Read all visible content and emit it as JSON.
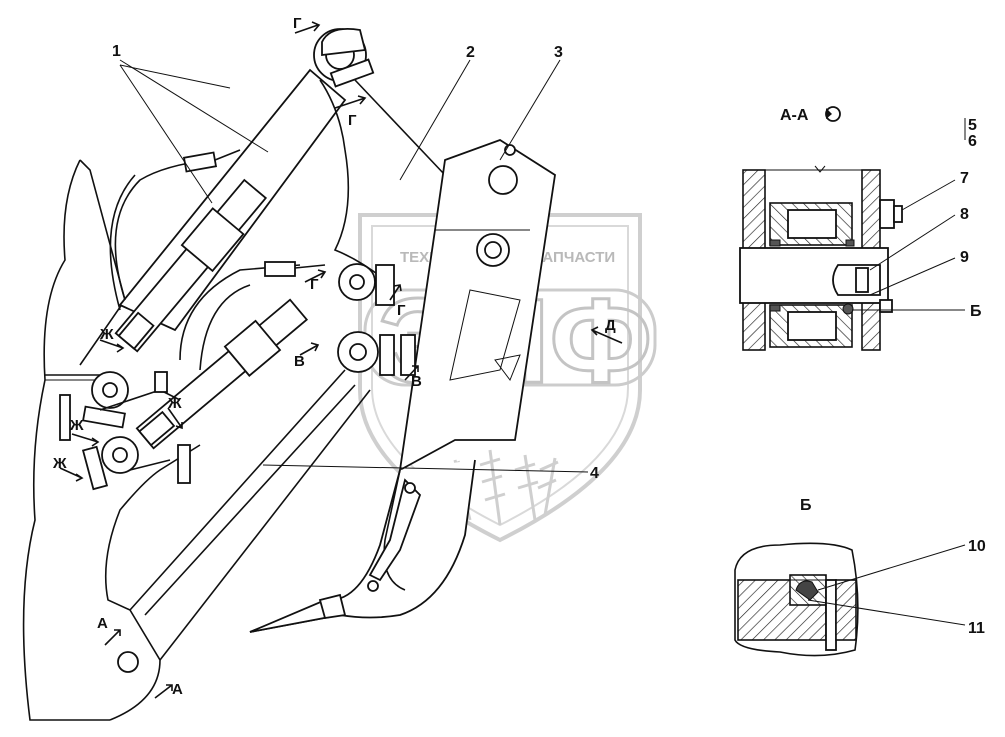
{
  "callouts": {
    "c1": "1",
    "c2": "2",
    "c3": "3",
    "c4": "4",
    "c5": "5",
    "c6": "6",
    "c7": "7",
    "c8": "8",
    "c9": "9",
    "c10": "10",
    "c11": "11",
    "b_detail": "Б"
  },
  "view_markers": {
    "g1": "Г",
    "g2": "Г",
    "g3": "Г",
    "g4": "Г",
    "v1": "В",
    "v2": "В",
    "d": "Д",
    "zh1": "Ж",
    "zh2": "Ж",
    "zh3": "Ж",
    "zh4": "Ж",
    "a1": "А",
    "a2": "А"
  },
  "section_titles": {
    "section_aa": "А-А",
    "detail_b": "Б"
  },
  "watermark": {
    "line": "ТЕХНИКА",
    "line2": "ЗАПЧАСТИ",
    "logo": "ЭПФ"
  }
}
